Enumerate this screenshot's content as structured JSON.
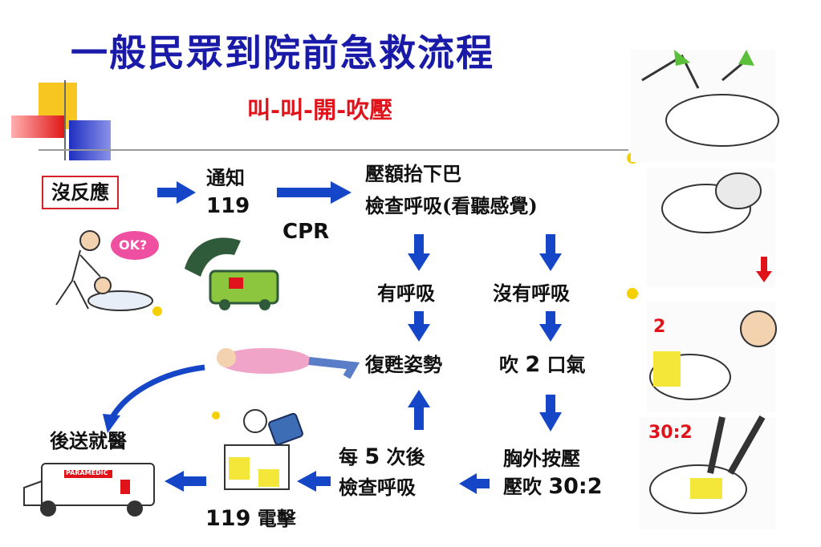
{
  "title": "一般民眾到院前急救流程",
  "subtitle": "叫-叫-開-吹壓",
  "steps": {
    "no_response": "沒反應",
    "notify_label": "通知",
    "notify_number": "119",
    "cpr": "CPR",
    "airway_line1": "壓額抬下巴",
    "airway_line2": "檢查呼吸(看聽感覺)",
    "breathing": "有呼吸",
    "not_breathing": "沒有呼吸",
    "recovery_position": "復甦姿勢",
    "two_breaths_pre": "吹",
    "two_breaths_num": "2",
    "two_breaths_post": "口氣",
    "compressions_line1": "胸外按壓",
    "compressions_line2_pre": "壓吹",
    "compressions_line2_num": "30:2",
    "recheck_line1_pre": "每",
    "recheck_line1_num": "5",
    "recheck_line1_post": "次後",
    "recheck_line2": "檢查呼吸",
    "aed_num": "119",
    "aed_label": "電擊",
    "transport": "後送就醫"
  },
  "side_labels": {
    "breaths": "2",
    "ratio": "30:2"
  },
  "illustrations": {
    "ok_bubble": "OK?",
    "ambulance_text": "PARAMEDIC"
  },
  "colors": {
    "title": "#1a1aa8",
    "accent_red": "#e0121a",
    "arrow_blue": "#1546c8",
    "dot_yellow": "#f5d000"
  }
}
